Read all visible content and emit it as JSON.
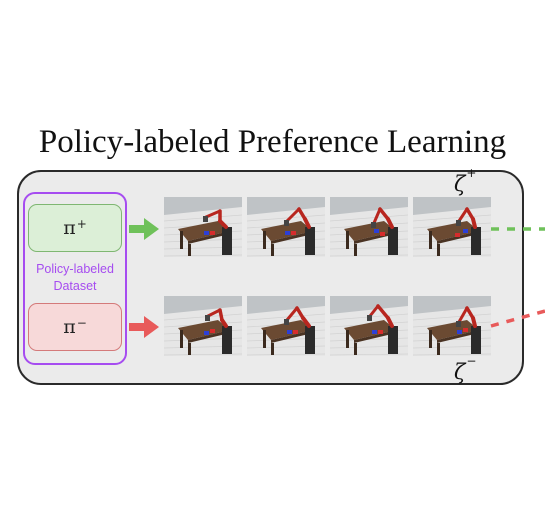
{
  "title": "Policy-labeled Preference Learning",
  "dataset_label": "Policy-labeled\nDataset",
  "policies": {
    "positive": {
      "symbol": "π",
      "sign": "+"
    },
    "negative": {
      "symbol": "π",
      "sign": "−"
    }
  },
  "trajectories": {
    "positive": {
      "symbol": "ζ",
      "sign": "+"
    },
    "negative": {
      "symbol": "ζ",
      "sign": "−"
    }
  },
  "colors": {
    "positive": "#6fc15a",
    "negative": "#e85a5a",
    "dataset_border": "#a64cf0",
    "panel_bg": "#ebebeb",
    "robot": "#b8261f"
  }
}
